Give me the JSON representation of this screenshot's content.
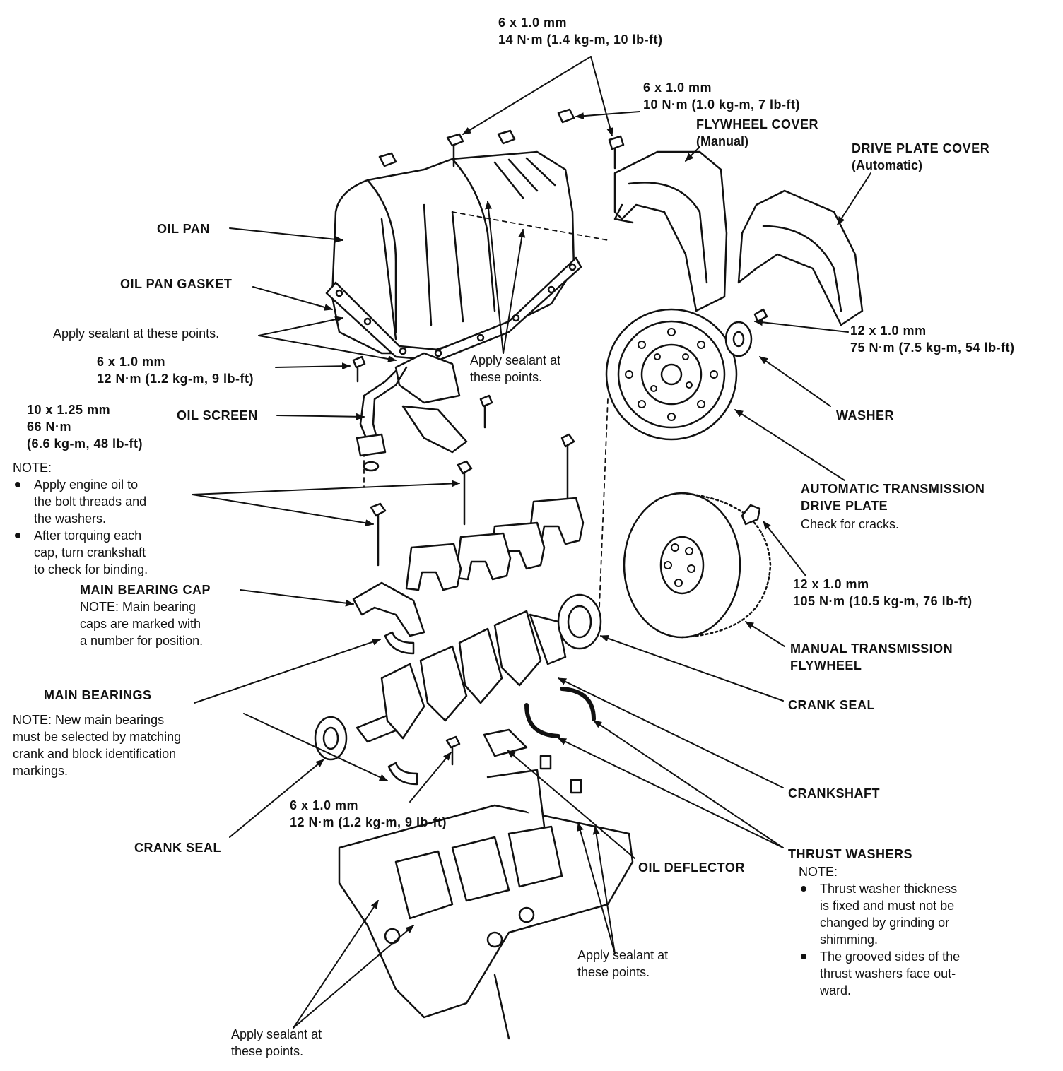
{
  "labels": {
    "bolt_top": {
      "spec": "6 x 1.0 mm",
      "torque": "14 N·m (1.4 kg-m, 10 lb-ft)"
    },
    "bolt_flywheel_cover": {
      "spec": "6 x 1.0 mm",
      "torque": "10 N·m (1.0 kg-m, 7 lb-ft)"
    },
    "flywheel_cover": {
      "name": "FLYWHEEL COVER",
      "note": "(Manual)"
    },
    "drive_plate_cover": {
      "name": "DRIVE PLATE COVER",
      "note": "(Automatic)"
    },
    "oil_pan": "OIL PAN",
    "oil_pan_gasket": "OIL PAN GASKET",
    "sealant_left": "Apply sealant at these points.",
    "sealant_pan": "Apply sealant at\nthese points.",
    "bolt_drive_plate": {
      "spec": "12 x 1.0 mm",
      "torque": "75 N·m (7.5 kg-m, 54 lb-ft)"
    },
    "bolt_screen": {
      "spec": "6 x 1.0 mm",
      "torque": "12 N·m (1.2 kg-m, 9 lb-ft)"
    },
    "oil_screen": "OIL SCREEN",
    "bolt_cap": {
      "spec": "10 x 1.25 mm",
      "torque": "66 N·m",
      "torque2": "(6.6 kg-m, 48 lb-ft)"
    },
    "washer": "WASHER",
    "note_cap": {
      "title": "NOTE:",
      "items": [
        "Apply engine oil to\nthe bolt threads and\nthe washers.",
        "After torquing each\ncap, turn crankshaft\nto check for binding."
      ]
    },
    "drive_plate": {
      "name1": "AUTOMATIC TRANSMISSION",
      "name2": "DRIVE PLATE",
      "note": "Check for cracks."
    },
    "main_bearing_cap": {
      "name": "MAIN BEARING CAP",
      "note": "NOTE: Main bearing\ncaps are marked with\na number for position."
    },
    "bolt_flywheel": {
      "spec": "12 x 1.0 mm",
      "torque": "105 N·m (10.5 kg-m, 76 lb-ft)"
    },
    "flywheel": {
      "name1": "MANUAL TRANSMISSION",
      "name2": "FLYWHEEL"
    },
    "main_bearings": {
      "name": "MAIN BEARINGS",
      "note": "NOTE: New main bearings\nmust be selected by matching\ncrank and block identification\nmarkings."
    },
    "crank_seal_right": "CRANK SEAL",
    "crankshaft": "CRANKSHAFT",
    "bolt_deflector": {
      "spec": "6 x 1.0 mm",
      "torque": "12 N·m (1.2 kg-m, 9 lb-ft)"
    },
    "crank_seal_left": "CRANK SEAL",
    "oil_deflector": "OIL DEFLECTOR",
    "thrust_washers": {
      "name": "THRUST WASHERS",
      "title": "NOTE:",
      "items": [
        "Thrust washer thickness\nis fixed and must not be\nchanged by grinding or\nshimming.",
        "The grooved sides of the\nthrust washers face out-\nward."
      ]
    },
    "sealant_block_right": "Apply sealant at\nthese points.",
    "sealant_block_bottom": "Apply sealant at\nthese points."
  }
}
